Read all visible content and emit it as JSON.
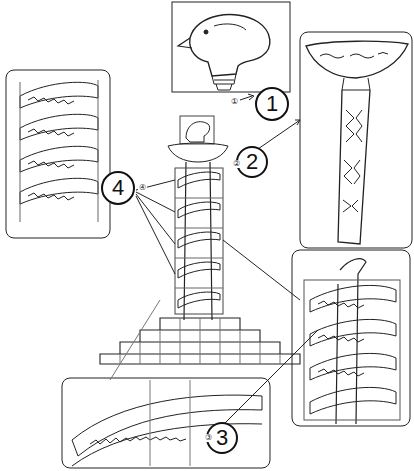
{
  "diagram": {
    "nodes": [
      {
        "text": [
          "1"
        ]
      },
      {
        "text": [
          "2"
        ]
      },
      {
        "text": [
          "4"
        ]
      },
      {
        "text": [
          "3"
        ]
      }
    ],
    "labels": [
      "①",
      "②",
      "④",
      "③"
    ]
  }
}
